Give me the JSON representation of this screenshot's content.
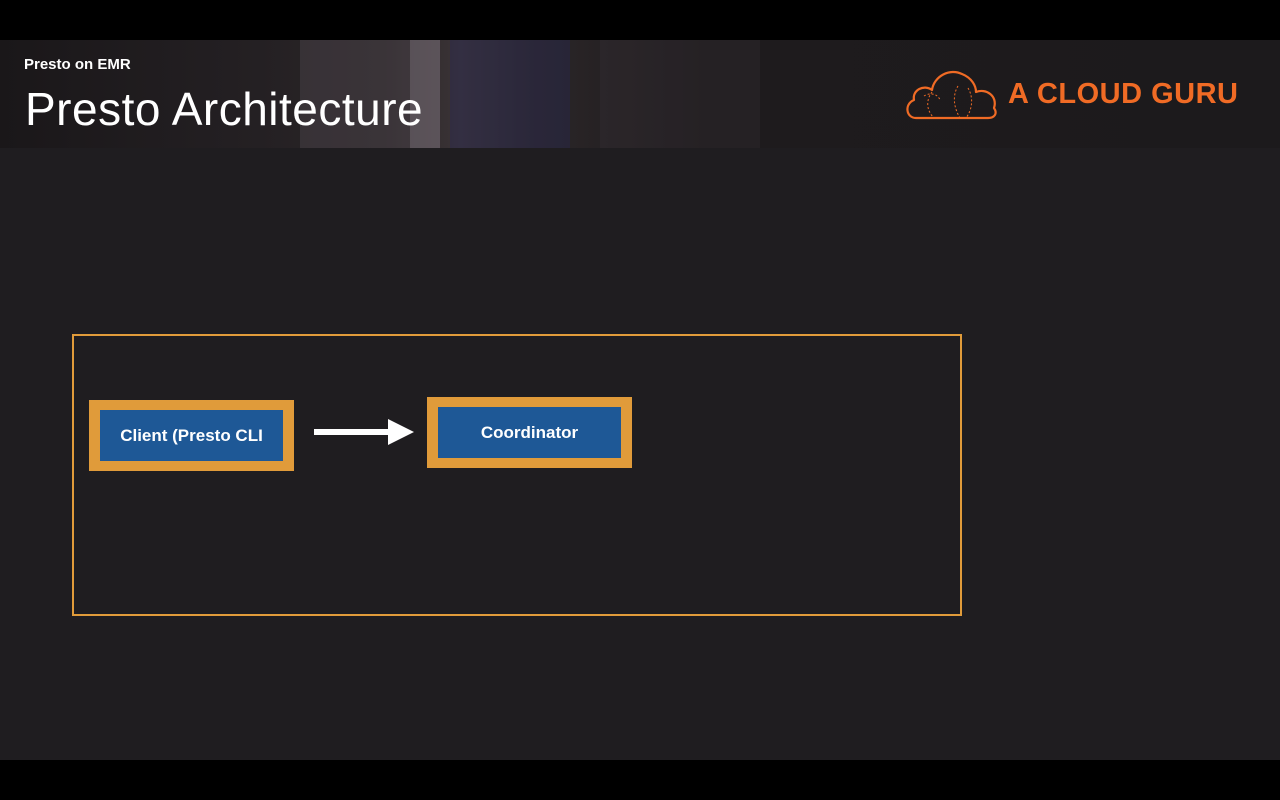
{
  "header": {
    "subtitle": "Presto on EMR",
    "title": "Presto Architecture"
  },
  "logo": {
    "text": "A CLOUD GURU",
    "brand_color": "#f06b25",
    "icon": "cloud-logo-icon"
  },
  "diagram": {
    "nodes": [
      {
        "id": "client",
        "label": "Client (Presto CLI"
      },
      {
        "id": "coordinator",
        "label": "Coordinator"
      }
    ],
    "edges": [
      {
        "from": "client",
        "to": "coordinator"
      }
    ],
    "colors": {
      "border": "#e09b3a",
      "node_fill": "#1e5896",
      "arrow": "#ffffff",
      "background": "#1f1d20"
    }
  }
}
